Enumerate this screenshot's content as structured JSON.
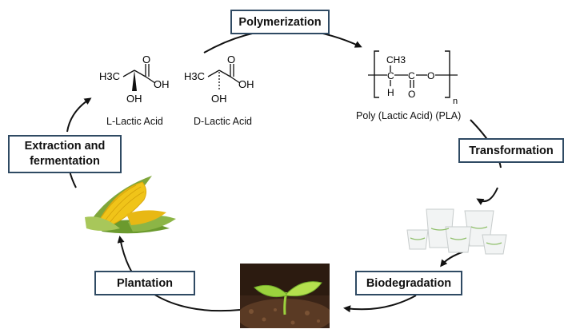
{
  "stages": {
    "polymerization": "Polymerization",
    "transformation": "Transformation",
    "biodegradation": "Biodegradation",
    "plantation": "Plantation",
    "extraction_line1": "Extraction and",
    "extraction_line2": "fermentation"
  },
  "molecules": {
    "l_lactic_acid": "L-Lactic Acid",
    "d_lactic_acid": "D-Lactic Acid",
    "pla": "Poly (Lactic Acid) (PLA)"
  },
  "chem": {
    "h3c": "H3C",
    "oh": "OH",
    "o": "O",
    "ch3": "CH3",
    "h": "H",
    "c": "C",
    "n": "n"
  },
  "colors": {
    "box_border": "#2f4a63",
    "arrow": "#111111",
    "corn": "#f0c419",
    "husk": "#7fa63a",
    "soil": "#5a3a24",
    "sprout": "#9bd23d"
  },
  "icons": [
    "corn-icon",
    "seedling-icon",
    "plastic-cups-icon"
  ]
}
